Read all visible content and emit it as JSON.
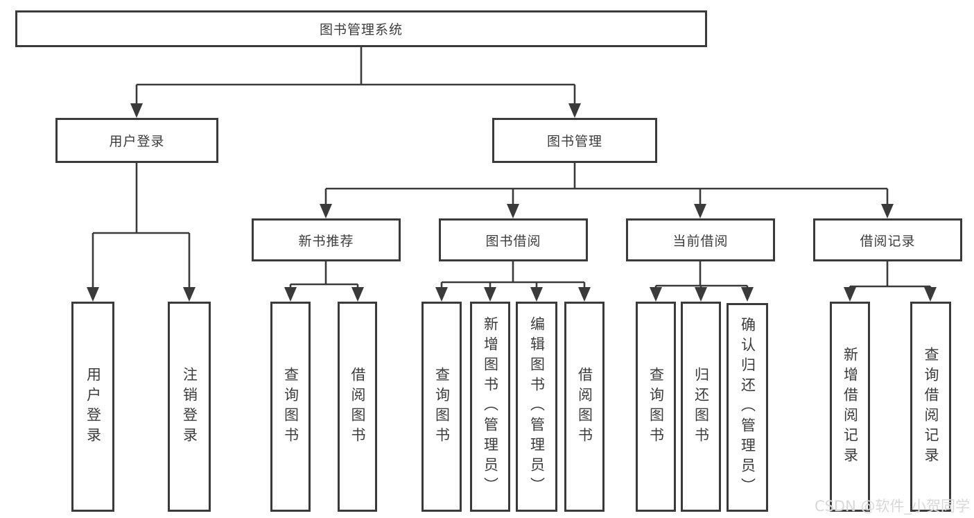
{
  "diagram": {
    "title": "图书管理系统",
    "root": {
      "label": "图书管理系统"
    },
    "level2": [
      {
        "label": "用户登录"
      },
      {
        "label": "图书管理"
      }
    ],
    "level3": [
      {
        "label": "新书推荐",
        "parent": "图书管理"
      },
      {
        "label": "图书借阅",
        "parent": "图书管理"
      },
      {
        "label": "当前借阅",
        "parent": "图书管理"
      },
      {
        "label": "借阅记录",
        "parent": "图书管理"
      }
    ],
    "leaves": [
      {
        "label": "用户登录",
        "parent": "用户登录"
      },
      {
        "label": "注销登录",
        "parent": "用户登录"
      },
      {
        "label": "查询图书",
        "parent": "新书推荐"
      },
      {
        "label": "借阅图书",
        "parent": "新书推荐"
      },
      {
        "label": "查询图书",
        "parent": "图书借阅"
      },
      {
        "label": "新增图书（管理员）",
        "parent": "图书借阅"
      },
      {
        "label": "编辑图书（管理员）",
        "parent": "图书借阅"
      },
      {
        "label": "借阅图书",
        "parent": "图书借阅"
      },
      {
        "label": "查询图书",
        "parent": "当前借阅"
      },
      {
        "label": "归还图书",
        "parent": "当前借阅"
      },
      {
        "label": "确认归还（管理员）",
        "parent": "当前借阅"
      },
      {
        "label": "新增借阅记录",
        "parent": "借阅记录"
      },
      {
        "label": "查询借阅记录",
        "parent": "借阅记录"
      }
    ]
  },
  "watermark": {
    "text": "CSDN @软件_小贺同学"
  },
  "colors": {
    "line": "#3a3a3a",
    "text": "#3c3c3c",
    "background": "#ffffff"
  }
}
